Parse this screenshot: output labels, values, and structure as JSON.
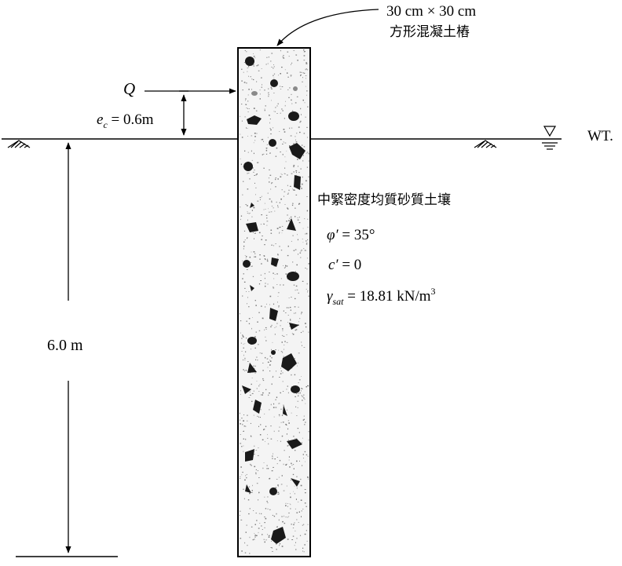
{
  "pile_size_label": "30 cm × 30 cm",
  "pile_type_label": "方形混凝土樁",
  "load_label": "Q",
  "eccentricity": {
    "symbol": "e",
    "subscript": "c",
    "value_text": " = 0.6m"
  },
  "water_table_label": "WT.",
  "soil_description": "中緊密度均質砂質土壤",
  "friction_angle": {
    "symbol": "φ′",
    "value_text": " = 35°"
  },
  "cohesion": {
    "symbol": "c′",
    "value_text": " = 0"
  },
  "unit_weight": {
    "symbol": "γ",
    "subscript": "sat",
    "value_text": " = 18.81 kN/m",
    "superscript": "3"
  },
  "embedment_depth_label": "6.0 m",
  "colors": {
    "line": "#000000",
    "pile_fill": "#f4f4f4",
    "aggregate": "#1a1a1a",
    "speckle": "#7a7a7a"
  }
}
